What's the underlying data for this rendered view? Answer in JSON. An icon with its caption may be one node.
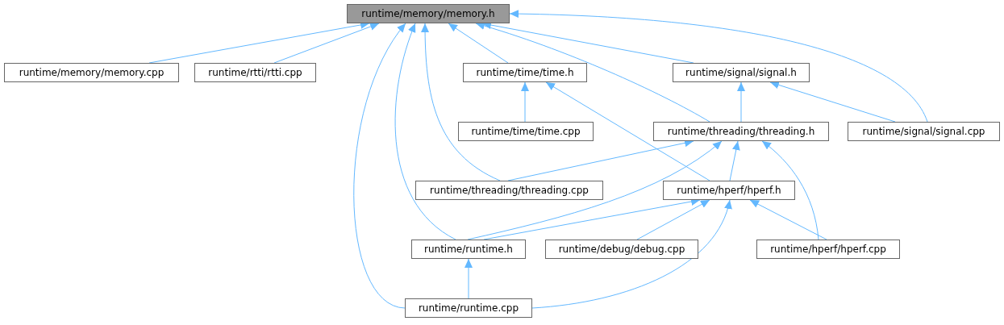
{
  "diagram": {
    "nodes": [
      {
        "text": [
          "runtime/memory/memory.h"
        ]
      },
      {
        "text": [
          "runtime/memory/memory.cpp"
        ]
      },
      {
        "text": [
          "runtime/rtti/rtti.cpp"
        ]
      },
      {
        "text": [
          "runtime/time/time.h"
        ]
      },
      {
        "text": [
          "runtime/signal/signal.h"
        ]
      },
      {
        "text": [
          "runtime/time/time.cpp"
        ]
      },
      {
        "text": [
          "runtime/threading/threading.h"
        ]
      },
      {
        "text": [
          "runtime/signal/signal.cpp"
        ]
      },
      {
        "text": [
          "runtime/threading/threading.cpp"
        ]
      },
      {
        "text": [
          "runtime/hperf/hperf.h"
        ]
      },
      {
        "text": [
          "runtime/runtime.h"
        ]
      },
      {
        "text": [
          "runtime/debug/debug.cpp"
        ]
      },
      {
        "text": [
          "runtime/hperf/hperf.cpp"
        ]
      },
      {
        "text": [
          "runtime/runtime.cpp"
        ]
      }
    ],
    "edges": [
      {
        "from": 1,
        "to": 0,
        "arrow": "to"
      },
      {
        "from": 2,
        "to": 0,
        "arrow": "to"
      },
      {
        "from": 3,
        "to": 0,
        "arrow": "to"
      },
      {
        "from": 4,
        "to": 0,
        "arrow": "to"
      },
      {
        "from": 6,
        "to": 0,
        "arrow": "to"
      },
      {
        "from": 7,
        "to": 0,
        "arrow": "to"
      },
      {
        "from": 8,
        "to": 0,
        "arrow": "to"
      },
      {
        "from": 10,
        "to": 0,
        "arrow": "to"
      },
      {
        "from": 13,
        "to": 0,
        "arrow": "to"
      },
      {
        "from": 5,
        "to": 3,
        "arrow": "to"
      },
      {
        "from": 9,
        "to": 3,
        "arrow": "to"
      },
      {
        "from": 6,
        "to": 4,
        "arrow": "to"
      },
      {
        "from": 7,
        "to": 4,
        "arrow": "to"
      },
      {
        "from": 8,
        "to": 6,
        "arrow": "to"
      },
      {
        "from": 9,
        "to": 6,
        "arrow": "to"
      },
      {
        "from": 10,
        "to": 6,
        "arrow": "to"
      },
      {
        "from": 12,
        "to": 6,
        "arrow": "to"
      },
      {
        "from": 10,
        "to": 9,
        "arrow": "to"
      },
      {
        "from": 11,
        "to": 9,
        "arrow": "to"
      },
      {
        "from": 12,
        "to": 9,
        "arrow": "to"
      },
      {
        "from": 13,
        "to": 9,
        "arrow": "to"
      },
      {
        "from": 13,
        "to": 10,
        "arrow": "to"
      }
    ]
  }
}
